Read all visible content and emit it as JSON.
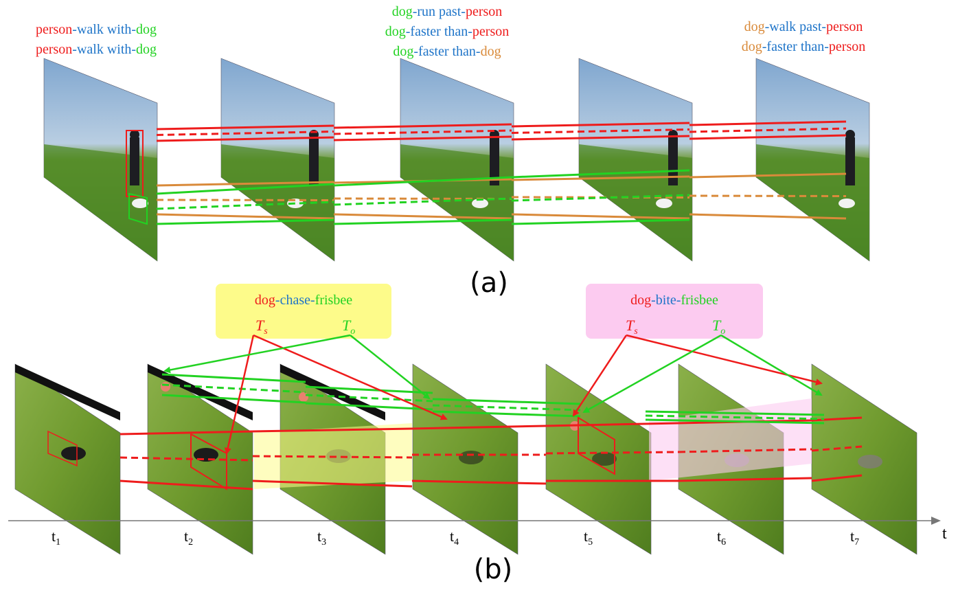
{
  "colors": {
    "red": "#ee1c1c",
    "green": "#22d222",
    "blue": "#1e74c8",
    "orange": "#d98a3a",
    "yellow_box": "#fdfb8a",
    "pink_box": "#fccbf0"
  },
  "panel_a": {
    "caption": "(a)",
    "relations": [
      {
        "lines": [
          [
            {
              "t": "person",
              "c": "red"
            },
            {
              "t": "-walk with-",
              "c": "blue"
            },
            {
              "t": "dog",
              "c": "green"
            }
          ],
          [
            {
              "t": "person",
              "c": "red"
            },
            {
              "t": "-walk with-",
              "c": "blue"
            },
            {
              "t": "dog",
              "c": "green"
            }
          ]
        ]
      },
      {
        "lines": [
          [
            {
              "t": "dog",
              "c": "green"
            },
            {
              "t": "-run past-",
              "c": "blue"
            },
            {
              "t": "person",
              "c": "red"
            }
          ],
          [
            {
              "t": "dog",
              "c": "green"
            },
            {
              "t": "-faster than-",
              "c": "blue"
            },
            {
              "t": "person",
              "c": "red"
            }
          ],
          [
            {
              "t": "dog",
              "c": "green"
            },
            {
              "t": "-faster than-",
              "c": "blue"
            },
            {
              "t": "dog",
              "c": "orange"
            }
          ]
        ]
      },
      {
        "lines": [
          [
            {
              "t": "dog",
              "c": "orange"
            },
            {
              "t": "-walk past-",
              "c": "blue"
            },
            {
              "t": "person",
              "c": "red"
            }
          ],
          [
            {
              "t": "dog",
              "c": "orange"
            },
            {
              "t": "-faster than-",
              "c": "blue"
            },
            {
              "t": "person",
              "c": "red"
            }
          ]
        ]
      }
    ]
  },
  "panel_b": {
    "caption": "(b)",
    "axis_label": "t",
    "time_labels": [
      {
        "base": "t",
        "sub": "1"
      },
      {
        "base": "t",
        "sub": "2"
      },
      {
        "base": "t",
        "sub": "3"
      },
      {
        "base": "t",
        "sub": "4"
      },
      {
        "base": "t",
        "sub": "5"
      },
      {
        "base": "t",
        "sub": "6"
      },
      {
        "base": "t",
        "sub": "7"
      }
    ],
    "relation_boxes": [
      {
        "color": "yellow_box",
        "triplet": [
          {
            "t": "dog",
            "c": "red"
          },
          {
            "t": "-chase-",
            "c": "blue"
          },
          {
            "t": "frisbee",
            "c": "green"
          }
        ],
        "subject_symbol": {
          "base": "T",
          "sub": "s"
        },
        "object_symbol": {
          "base": "T",
          "sub": "o"
        }
      },
      {
        "color": "pink_box",
        "triplet": [
          {
            "t": "dog",
            "c": "red"
          },
          {
            "t": "-bite-",
            "c": "blue"
          },
          {
            "t": "frisbee",
            "c": "green"
          }
        ],
        "subject_symbol": {
          "base": "T",
          "sub": "s"
        },
        "object_symbol": {
          "base": "T",
          "sub": "o"
        }
      }
    ]
  }
}
